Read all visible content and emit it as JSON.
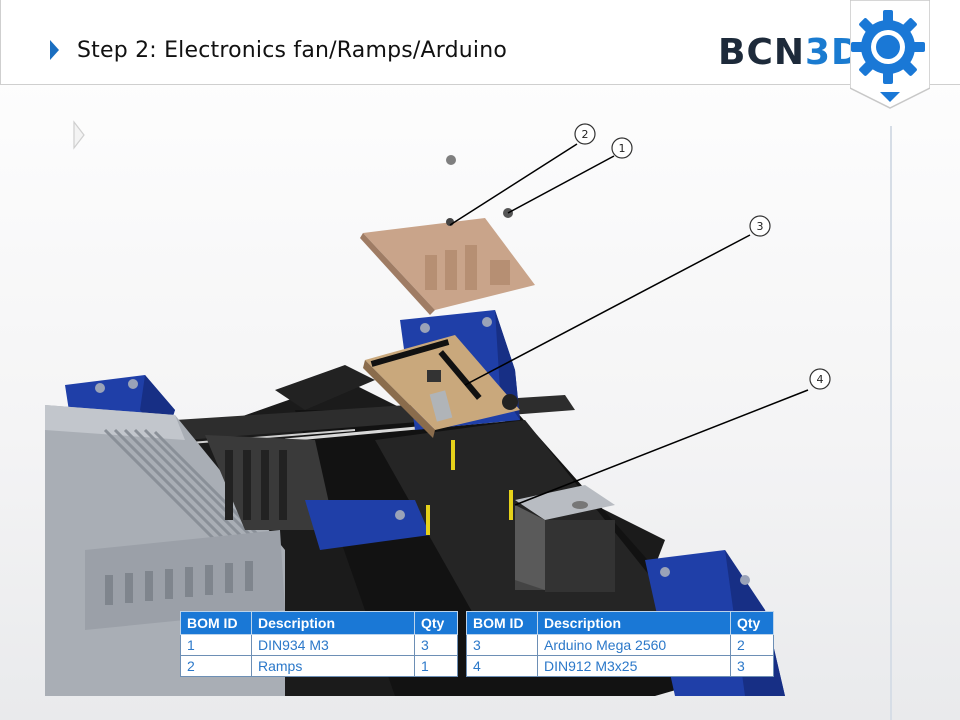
{
  "header": {
    "title": "Step 2: Electronics fan/Ramps/Arduino",
    "logo_main": "BCN",
    "logo_accent": "3D"
  },
  "colors": {
    "accent": "#1a78d6",
    "frame_blue": "#1f3fa8",
    "heatsink_gray": "#a8adb4",
    "board_tan": "#c9a48a"
  },
  "callouts": [
    "2",
    "1",
    "3",
    "4"
  ],
  "bom_left": {
    "headers": [
      "BOM ID",
      "Description",
      "Qty"
    ],
    "rows": [
      [
        "1",
        "DIN934 M3",
        "3"
      ],
      [
        "2",
        "Ramps",
        "1"
      ]
    ]
  },
  "bom_right": {
    "headers": [
      "BOM ID",
      "Description",
      "Qty"
    ],
    "rows": [
      [
        "3",
        "Arduino Mega 2560",
        "2"
      ],
      [
        "4",
        "DIN912 M3x25",
        "3"
      ]
    ]
  }
}
